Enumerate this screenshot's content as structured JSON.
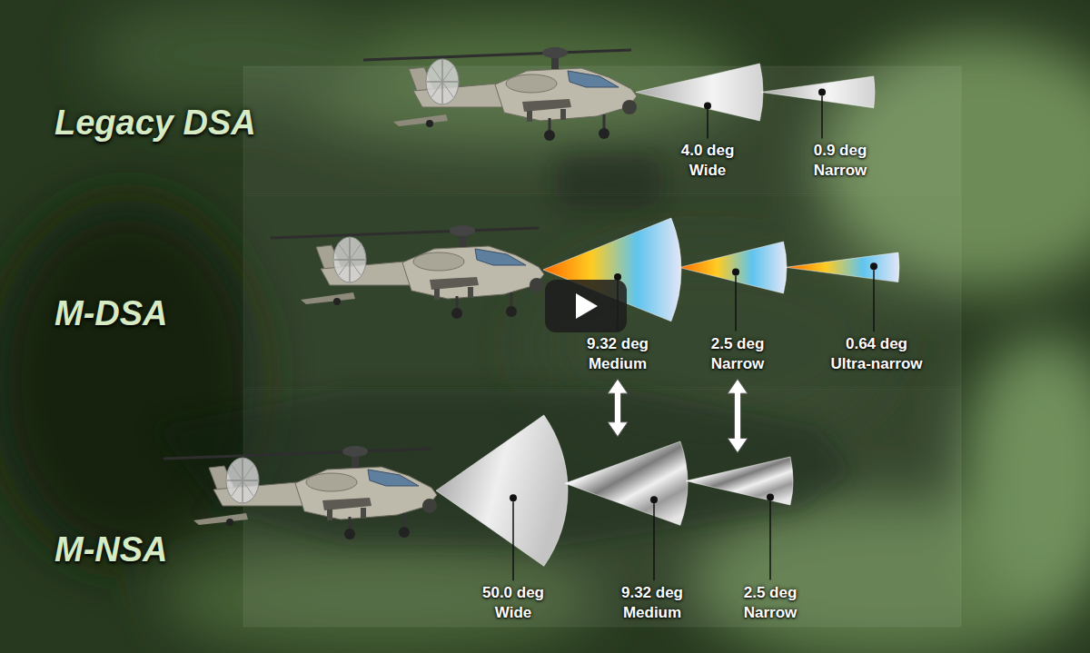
{
  "diagram": {
    "nodes": [
      {
        "text": [
          "4.0 deg Wide"
        ]
      },
      {
        "text": [
          "0.9 deg Narrow"
        ]
      },
      {
        "text": [
          "9.32 deg Medium"
        ]
      },
      {
        "text": [
          "2.5 deg Narrow"
        ]
      },
      {
        "text": [
          "0.64 deg Ultra-narrow"
        ]
      },
      {
        "text": [
          "50.0 deg Wide"
        ]
      },
      {
        "text": [
          "9.32 deg Medium"
        ]
      },
      {
        "text": [
          "2.5 deg Narrow"
        ]
      }
    ],
    "edges": [
      {
        "from": 2,
        "to": 6,
        "arrow": "both"
      },
      {
        "from": 3,
        "to": 7,
        "arrow": "both"
      }
    ],
    "labels": [
      "Legacy DSA",
      "M-DSA",
      "M-NSA"
    ]
  }
}
